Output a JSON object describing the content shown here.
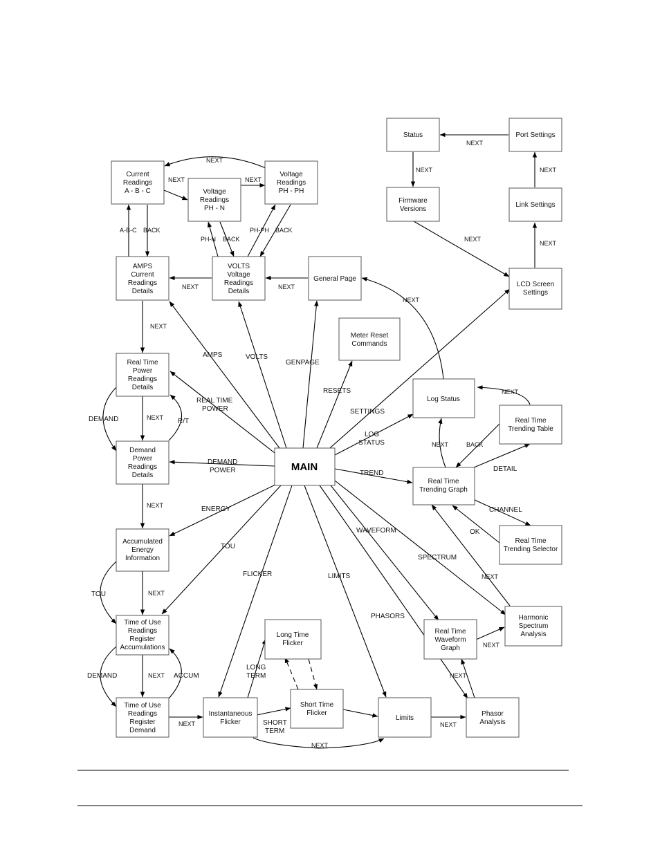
{
  "diagram": {
    "main": "MAIN",
    "nodes": {
      "status": [
        "Status"
      ],
      "port_settings": [
        "Port Settings"
      ],
      "firmware_versions": [
        "Firmware",
        "Versions"
      ],
      "link_settings": [
        "Link Settings"
      ],
      "lcd_screen_settings": [
        "LCD Screen",
        "Settings"
      ],
      "current_readings": [
        "Current",
        "Readings",
        "A - B - C"
      ],
      "voltage_ph_n": [
        "Voltage",
        "Readings",
        "PH - N"
      ],
      "voltage_ph_ph": [
        "Voltage",
        "Readings",
        "PH - PH"
      ],
      "amps_details": [
        "AMPS",
        "Current",
        "Readings",
        "Details"
      ],
      "volts_details": [
        "VOLTS",
        "Voltage",
        "Readings",
        "Details"
      ],
      "general_page": [
        "General Page"
      ],
      "meter_reset": [
        "Meter Reset",
        "Commands"
      ],
      "real_time_power": [
        "Real Time",
        "Power",
        "Readings",
        "Details"
      ],
      "demand_power": [
        "Demand",
        "Power",
        "Readings",
        "Details"
      ],
      "log_status": [
        "Log Status"
      ],
      "rt_trending_table": [
        "Real Time",
        "Trending Table"
      ],
      "rt_trending_graph": [
        "Real Time",
        "Trending Graph"
      ],
      "rt_trending_selector": [
        "Real Time",
        "Trending Selector"
      ],
      "accumulated_energy": [
        "Accumulated",
        "Energy",
        "Information"
      ],
      "tou_accumulations": [
        "Time of Use",
        "Readings",
        "Register",
        "Accumulations"
      ],
      "tou_demand": [
        "Time of Use",
        "Readings",
        "Register",
        "Demand"
      ],
      "long_time_flicker": [
        "Long Time",
        "Flicker"
      ],
      "short_time_flicker": [
        "Short Time",
        "Flicker"
      ],
      "instantaneous_flicker": [
        "Instantaneous",
        "Flicker"
      ],
      "limits": [
        "Limits"
      ],
      "phasor_analysis": [
        "Phasor",
        "Analysis"
      ],
      "rt_waveform_graph": [
        "Real Time",
        "Waveform",
        "Graph"
      ],
      "harmonic_spectrum": [
        "Harmonic",
        "Spectrum",
        "Analysis"
      ]
    },
    "labels": {
      "next": "NEXT",
      "back": "BACK",
      "abc": "A-B-C",
      "phn": "PH-N",
      "phph": "PH-PH",
      "amps": "AMPS",
      "volts": "VOLTS",
      "genpage": "GENPAGE",
      "resets": "RESETS",
      "settings": "SETTINGS",
      "real_time_power": [
        "REAL TIME",
        "POWER"
      ],
      "log_status": [
        "LOG",
        "STATUS"
      ],
      "demand_power": [
        "DEMAND",
        "POWER"
      ],
      "trend": "TREND",
      "energy": "ENERGY",
      "tou": "TOU",
      "flicker": "FLICKER",
      "limits": "LIMITS",
      "waveform": "WAVEFORM",
      "spectrum": "SPECTRUM",
      "phasors": "PHASORS",
      "demand": "DEMAND",
      "rt": "R/T",
      "accum": "ACCUM",
      "detail": "DETAIL",
      "channel": "CHANNEL",
      "ok": "OK",
      "long_term": [
        "LONG",
        "TERM"
      ],
      "short_term": [
        "SHORT",
        "TERM"
      ]
    }
  }
}
